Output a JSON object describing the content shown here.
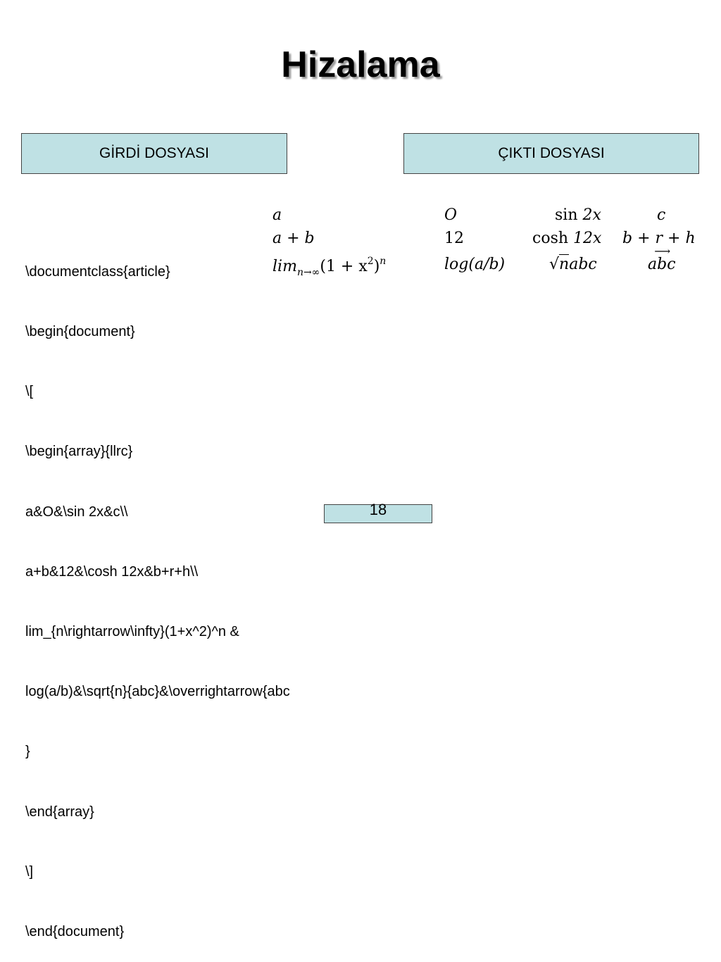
{
  "slide": {
    "title": "Hizalama",
    "input_header": "GİRDİ DOSYASI",
    "output_header": "ÇIKTI DOSYASI",
    "page_number": "18"
  },
  "code_lines": [
    "\\documentclass{article}",
    "\\begin{document}",
    "\\[",
    "\\begin{array}{llrc}",
    "a&O&\\sin 2x&c\\\\",
    "a+b&12&\\cosh 12x&b+r+h\\\\",
    "lim_{n\\rightarrow\\infty}(1+x^2)^n &",
    "log(a/b)&\\sqrt{n}{abc}&\\overrightarrow{abc",
    "}",
    "\\end{array}",
    "\\]",
    "\\end{document}"
  ],
  "rendered": {
    "r1c1": "a",
    "r1c2": "O",
    "r1c3_fn": "sin",
    "r1c3_arg": "2x",
    "r1c4": "c",
    "r2c1": "a + b",
    "r2c2": "12",
    "r2c3_fn": "cosh",
    "r2c3_arg": "12x",
    "r2c4": "b + r + h",
    "r3c1_base": "lim",
    "r3c1_sub": "n→∞",
    "r3c1_body": "(1 + x",
    "r3c1_sup2": "2",
    "r3c1_close": ")",
    "r3c1_supn": "n",
    "r3c2": "log(a/b)",
    "r3c3_radical": "√",
    "r3c3_under": "n",
    "r3c3_after": "abc",
    "r3c4": "abc",
    "r3c4_arrow": "⟶"
  }
}
